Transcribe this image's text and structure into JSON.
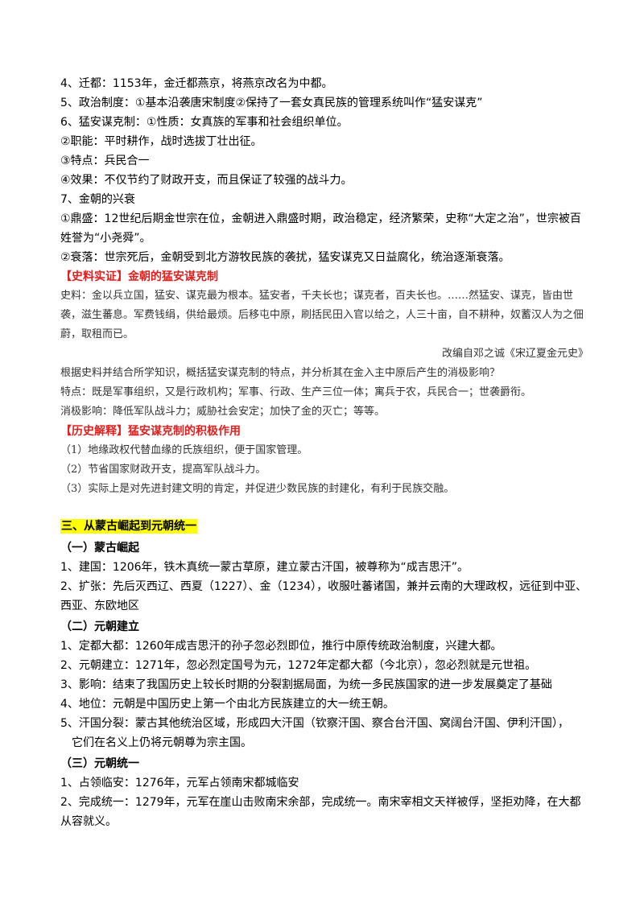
{
  "s1": {
    "l4": "4、迁都：1153年，金迁都燕京，将燕京改名为中都。",
    "l5": "5、政治制度：①基本沿袭唐宋制度②保持了一套女真民族的管理系统叫作“猛安谋克”",
    "l6": "6、猛安谋克制：①性质：女真族的军事和社会组织单位。",
    "l6b": "②职能：平时耕作，战时选拔丁壮出征。",
    "l6c": "③特点：兵民合一",
    "l6d": "④效果：不仅节约了财政开支，而且保证了较强的战斗力。",
    "l7": "7、金朝的兴衰",
    "l7a": "①鼎盛：12世纪后期金世宗在位，金朝进入鼎盛时期，政治稳定，经济繁荣，史称“大定之治”，世宗被百姓誉为“小尧舜”。",
    "l7b": "②衰落：世宗死后，金朝受到北方游牧民族的袭扰，猛安谋克又日益腐化，统治逐渐衰落。"
  },
  "box1": {
    "title": "【史料实证】金朝的猛安谋克制",
    "text": "史料：金以兵立国，猛安、谋克最为根本。猛安者，千夫长也；谋克者，百夫长也。……然猛安、谋克，皆由世袭，滋生蕃息。军费钱绢，供给最烦。后移屯中原，刷括民田入官以给之，人三十亩，自不耕种，奴蓄汉人为之佃蔚，取租而已。",
    "source": "改编自邓之诚《宋辽夏金元史》",
    "question": "根据史料并结合所学知识，概括猛安谋克制的特点，并分析其在金入主中原后产生的消极影响？",
    "trait": "特点：既是军事组织，又是行政机构；军事、行政、生产三位一体；寓兵于农，兵民合一；世袭爵衔。",
    "neg": "消极影响：降低军队战斗力；威胁社会安定；加快了金的灭亡；等等。"
  },
  "box2": {
    "title": "【历史解释】猛安谋克制的积极作用",
    "p1": "（1）地缘政权代替血缘的氏族组织，便于国家管理。",
    "p2": "（2）节省国家财政开支，提高军队战斗力。",
    "p3": "（3）实际上是对先进封建文明的肯定，并促进少数民族的封建化，有利于民族交融。"
  },
  "s3": {
    "title": "三、从蒙古崛起到元朝统一",
    "a": {
      "title": "（一）蒙古崛起",
      "l1": "1、建国：1206年，铁木真统一蒙古草原，建立蒙古汗国，被尊称为“成吉思汗”。",
      "l2": "2、扩张：先后灭西辽、西夏（1227）、金（1234），收服吐蕃诸国，兼并云南的大理政权，远征到中亚、西亚、东欧地区"
    },
    "b": {
      "title": "（二）元朝建立",
      "l1": "1、定都大都：1260年成吉思汗的孙子忽必烈即位，推行中原传统政治制度，兴建大都。",
      "l2": "2、元朝建立：1271年，忽必烈定国号为元，1272年定都大都（今北京），忽必烈就是元世祖。",
      "l3": "3、影响：结束了我国历史上较长时期的分裂割据局面，为统一多民族国家的进一步发展奠定了基础",
      "l4": "4、地位：元朝是中国历史上第一个由北方民族建立的大一统王朝。",
      "l5": "5、汗国分裂：蒙古其他统治区域，形成四大汗国（钦察汗国、察合台汗国、窝阔台汗国、伊利汗国），",
      "l5b": "它们在名义上仍将元朝尊为宗主国。"
    },
    "c": {
      "title": "（三）元朝统一",
      "l1": "1、占领临安：1276年，元军占领南宋都城临安",
      "l2": "2、完成统一：1279年，元军在崖山击败南宋余部，完成统一。南宋宰相文天祥被俘，坚拒劝降，在大都从容就义。"
    }
  }
}
